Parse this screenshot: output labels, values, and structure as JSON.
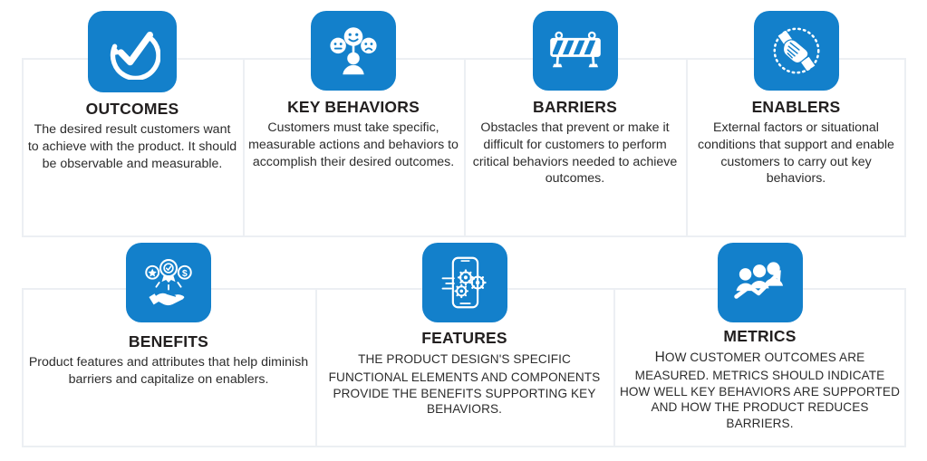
{
  "theme": {
    "icon_tile_color": "#1380cb",
    "grid_line_color": "#eceff3",
    "background": "#ffffff",
    "title_color": "#221f1f",
    "body_color": "#2c2c2c"
  },
  "rows": [
    {
      "cards": [
        {
          "icon": "check-circle-arrow-icon",
          "title": "OUTCOMES",
          "description": "The desired result customers want to achieve with the product. It should be observable and measurable."
        },
        {
          "icon": "three-faces-person-icon",
          "title": "KEY BEHAVIORS",
          "description": "Customers must take specific, measurable actions and behaviors to accomplish their desired outcomes."
        },
        {
          "icon": "road-barricade-icon",
          "title": "BARRIERS",
          "description": "Obstacles that prevent or make it difficult for customers to perform critical behaviors needed to achieve outcomes."
        },
        {
          "icon": "handshake-circle-icon",
          "title": "ENABLERS",
          "description": "External factors or situational conditions that support and enable customers to carry out key behaviors."
        }
      ]
    },
    {
      "cards": [
        {
          "icon": "hand-awards-icon",
          "title": "BENEFITS",
          "description": "Product features and attributes that help diminish barriers and capitalize on enablers."
        },
        {
          "icon": "phone-gears-icon",
          "title": "FEATURES",
          "description_lead": "",
          "description": "THE PRODUCT DESIGN'S SPECIFIC FUNCTIONAL ELEMENTS AND COMPONENTS PROVIDE THE BENEFITS SUPPORTING KEY BEHAVIORS."
        },
        {
          "icon": "people-growth-arrow-icon",
          "title": "METRICS",
          "description_lead": "H",
          "description": "OW CUSTOMER OUTCOMES ARE MEASURED. METRICS SHOULD INDICATE HOW WELL KEY BEHAVIORS ARE SUPPORTED AND HOW THE PRODUCT REDUCES BARRIERS."
        }
      ]
    }
  ]
}
